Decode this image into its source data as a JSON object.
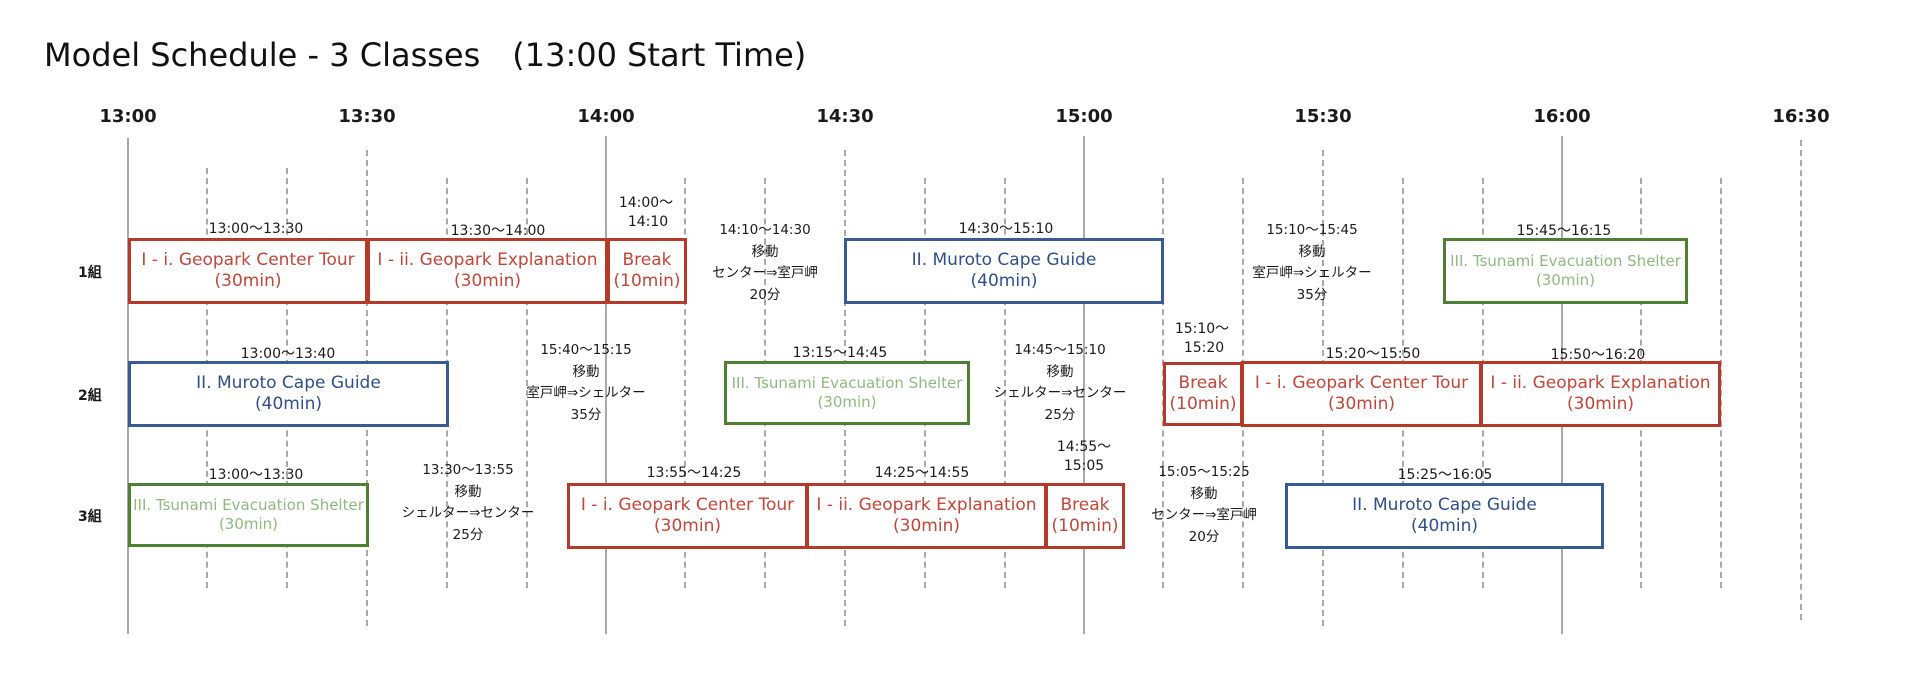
{
  "title": "Model Schedule - 3 Classes　(13:00 Start Time)",
  "ticks": [
    "13:00",
    "13:30",
    "14:00",
    "14:30",
    "15:00",
    "15:30",
    "16:00",
    "16:30"
  ],
  "rows": [
    "1組",
    "2組",
    "3組"
  ],
  "colors": {
    "center": "#c0463a",
    "explanation": "#c0463a",
    "break": "#c0463a",
    "cape": "#2f4f8a",
    "shelter": "#8fb981"
  },
  "blocks": {
    "r1_center": {
      "label": "I - i. Geopark Center Tour",
      "dur": "(30min)",
      "time": "13:00～13:30"
    },
    "r1_expl": {
      "label": "I - ii. Geopark Explanation",
      "dur": "(30min)",
      "time": "13:30～14:00"
    },
    "r1_break": {
      "label": "Break",
      "dur": "(10min)",
      "time1": "14:00～",
      "time2": "14:10"
    },
    "r1_cape": {
      "label": "II. Muroto Cape Guide",
      "dur": "(40min)",
      "time": "14:30～15:10"
    },
    "r1_shelter": {
      "label": "III. Tsunami Evacuation Shelter",
      "dur": "(30min)",
      "time": "15:45～16:15"
    },
    "r2_cape": {
      "label": "II. Muroto Cape Guide",
      "dur": "(40min)",
      "time": "13:00～13:40"
    },
    "r2_shelter": {
      "label": "III. Tsunami Evacuation Shelter",
      "dur": "(30min)",
      "time": "13:15～14:45"
    },
    "r2_break": {
      "label": "Break",
      "dur": "(10min)",
      "time1": "15:10～",
      "time2": "15:20"
    },
    "r2_center": {
      "label": "I - i. Geopark Center Tour",
      "dur": "(30min)",
      "time": "15:20～15:50"
    },
    "r2_expl": {
      "label": "I - ii. Geopark Explanation",
      "dur": "(30min)",
      "time": "15:50～16:20"
    },
    "r3_shelter": {
      "label": "III. Tsunami Evacuation Shelter",
      "dur": "(30min)",
      "time": "13:00～13:30"
    },
    "r3_center": {
      "label": "I - i. Geopark Center Tour",
      "dur": "(30min)",
      "time": "13:55～14:25"
    },
    "r3_expl": {
      "label": "I - ii. Geopark Explanation",
      "dur": "(30min)",
      "time": "14:25～14:55"
    },
    "r3_break": {
      "label": "Break",
      "dur": "(10min)",
      "time1": "14:55～",
      "time2": "15:05"
    },
    "r3_cape": {
      "label": "II. Muroto Cape Guide",
      "dur": "(40min)",
      "time": "15:25～16:05"
    }
  },
  "moves": {
    "m1": {
      "time": "14:10～14:30",
      "label": "移動",
      "route": "センター⇒室戸岬",
      "dur": "20分"
    },
    "m2": {
      "time": "15:10～15:45",
      "label": "移動",
      "route": "室戸岬⇒シェルター",
      "dur": "35分"
    },
    "m3": {
      "time": "15:40～15:15",
      "label": "移動",
      "route": "室戸岬⇒シェルター",
      "dur": "35分"
    },
    "m4": {
      "time": "14:45～15:10",
      "label": "移動",
      "route": "シェルター⇒センター",
      "dur": "25分"
    },
    "m5": {
      "time": "13:30～13:55",
      "label": "移動",
      "route": "シェルター⇒センター",
      "dur": "25分"
    },
    "m6": {
      "time": "15:05～15:25",
      "label": "移動",
      "route": "センター⇒室戸岬",
      "dur": "20分"
    }
  }
}
